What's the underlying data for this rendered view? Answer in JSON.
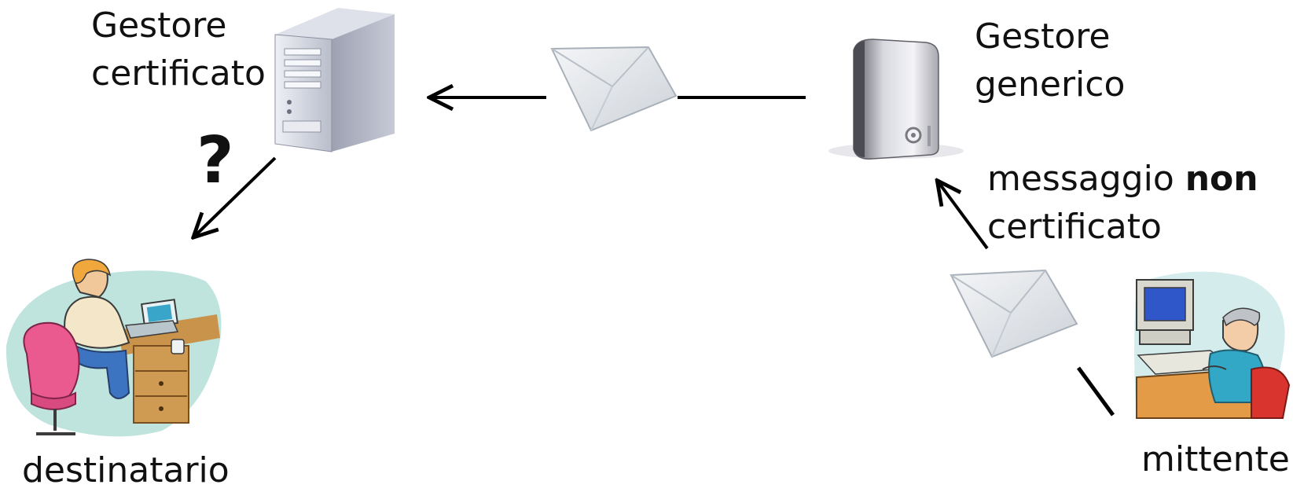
{
  "nodes": {
    "certified_manager": {
      "label_lines": [
        "Gestore",
        "certificato"
      ]
    },
    "generic_manager": {
      "label_lines": [
        "Gestore",
        "generico"
      ]
    },
    "recipient": {
      "label": "destinatario"
    },
    "sender": {
      "label": "mittente"
    }
  },
  "message_label": {
    "text_before": "messaggio ",
    "text_bold": "non",
    "line2": "certificato"
  },
  "uncertain_mark": "?",
  "colors": {
    "text": "#111111",
    "arrow": "#000000",
    "envelope_fill": "#e3e6ea",
    "envelope_edge": "#a8b0ba",
    "server_light": "#c9ccd6",
    "server_dark": "#5b5b63"
  }
}
